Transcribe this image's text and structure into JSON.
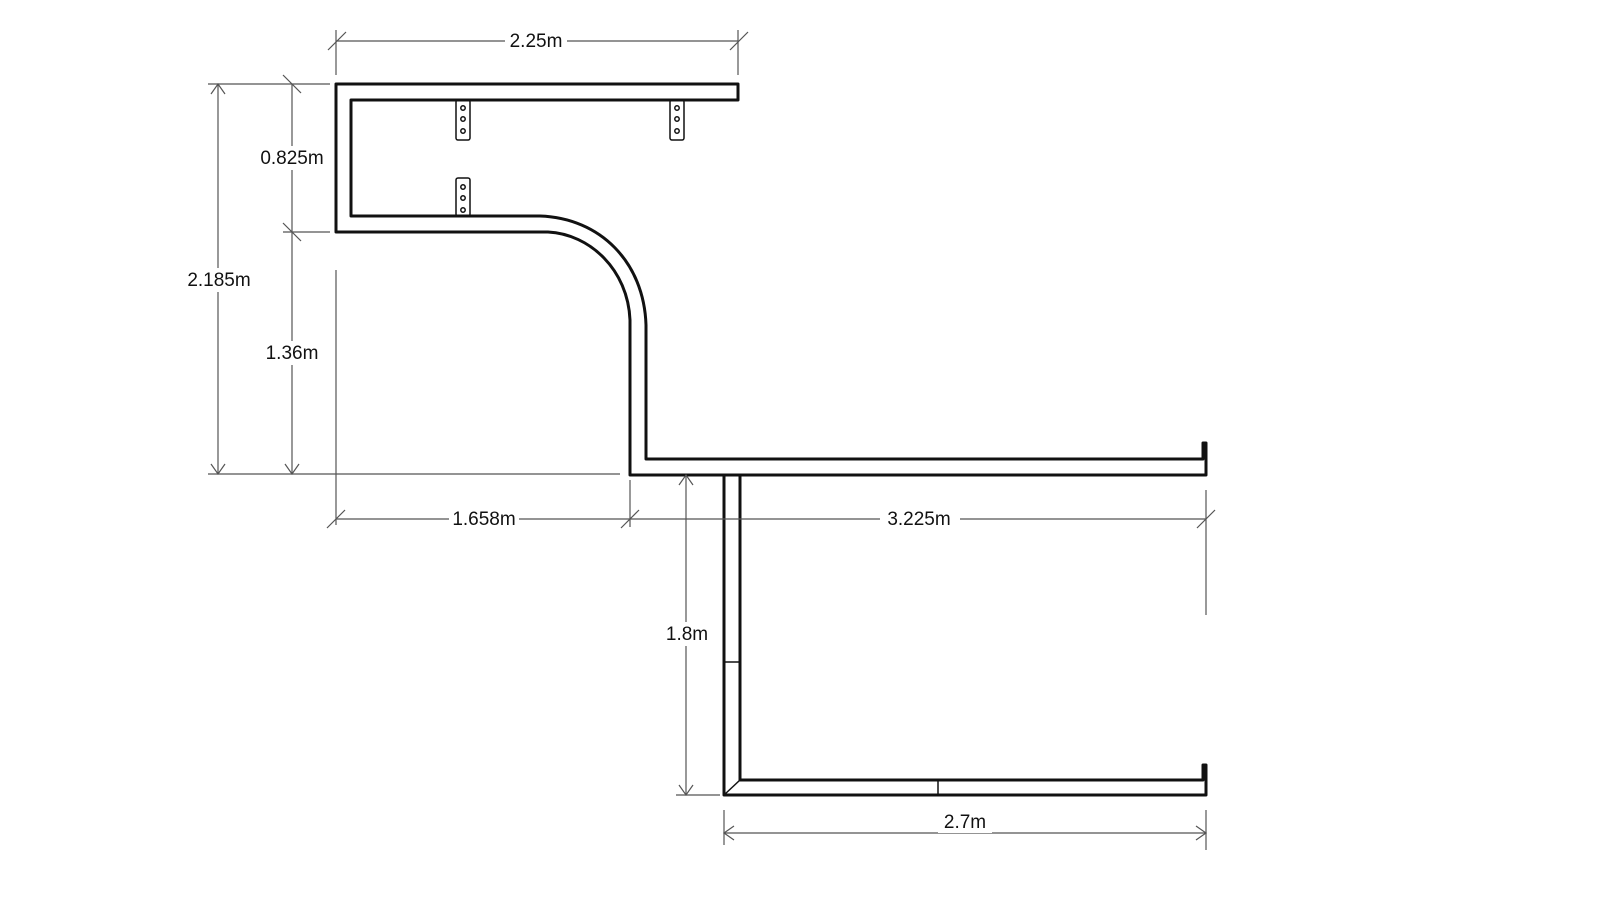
{
  "dimensions": {
    "top_width": "2.25m",
    "total_height": "2.185m",
    "upper_depth": "0.825m",
    "middle_height": "1.36m",
    "left_run": "1.658m",
    "right_run": "3.225m",
    "lower_height": "1.8m",
    "lower_width": "2.7m"
  },
  "colors": {
    "line": "#111111",
    "dimension": "#555555"
  }
}
